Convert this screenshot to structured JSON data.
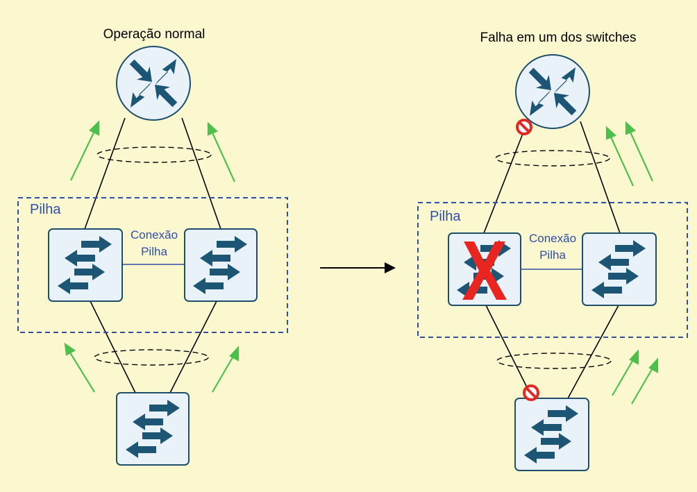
{
  "left": {
    "title": "Operação normal",
    "stack_label": "Pilha",
    "link_label_line1": "Conexão",
    "link_label_line2": "Pilha"
  },
  "right": {
    "title": "Falha em um dos switches",
    "stack_label": "Pilha",
    "link_label_line1": "Conexão",
    "link_label_line2": "Pilha"
  },
  "colors": {
    "background": "#fbf8d0",
    "device_fill": "#e9f2f8",
    "device_stroke": "#1d4e6c",
    "arrow_icon": "#1d5574",
    "flow_arrow": "#4cc04a",
    "stack_border": "#2f4fa6",
    "stack_text": "#2f4fa6",
    "failure_x": "#e8261f",
    "blocked_port": "#e02a24"
  },
  "icons": {
    "router": "router-icon",
    "switch": "switch-icon",
    "failure": "failure-x-icon",
    "blocked": "blocked-port-icon",
    "transition": "transition-arrow-icon"
  }
}
